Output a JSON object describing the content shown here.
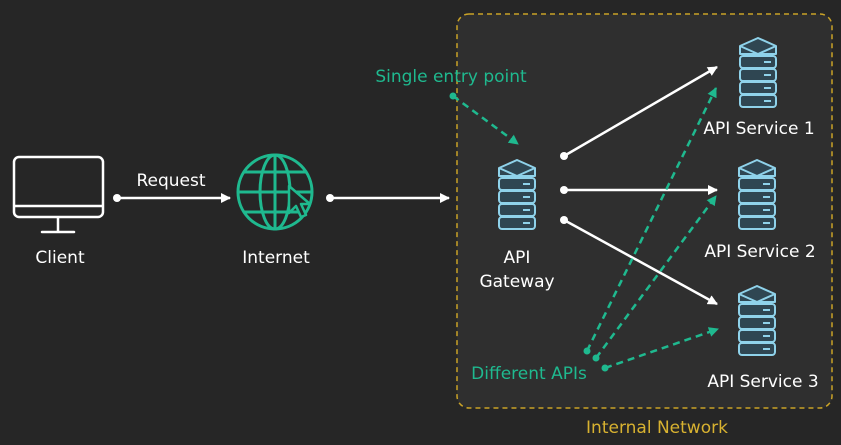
{
  "colors": {
    "background": "#262626",
    "region": "#2f2f2f",
    "region_border": "#c9a227",
    "arrow": "#ffffff",
    "annotation": "#1fb98f",
    "server_fill": "#2f4652",
    "server_stroke": "#8fd2ea",
    "icon_green": "#1fb98f"
  },
  "nodes": {
    "client": {
      "label": "Client",
      "icon": "monitor-icon"
    },
    "internet": {
      "label": "Internet",
      "icon": "globe-cursor-icon"
    },
    "gateway": {
      "label_line1": "API",
      "label_line2": "Gateway",
      "icon": "server-stack-icon"
    },
    "services": [
      {
        "label": "API Service 1",
        "icon": "server-stack-icon"
      },
      {
        "label": "API Service 2",
        "icon": "server-stack-icon"
      },
      {
        "label": "API Service 3",
        "icon": "server-stack-icon"
      }
    ]
  },
  "edges": {
    "request_label": "Request"
  },
  "annotations": {
    "single_entry": "Single entry point",
    "different_apis": "Different APIs"
  },
  "region": {
    "label": "Internal Network"
  }
}
